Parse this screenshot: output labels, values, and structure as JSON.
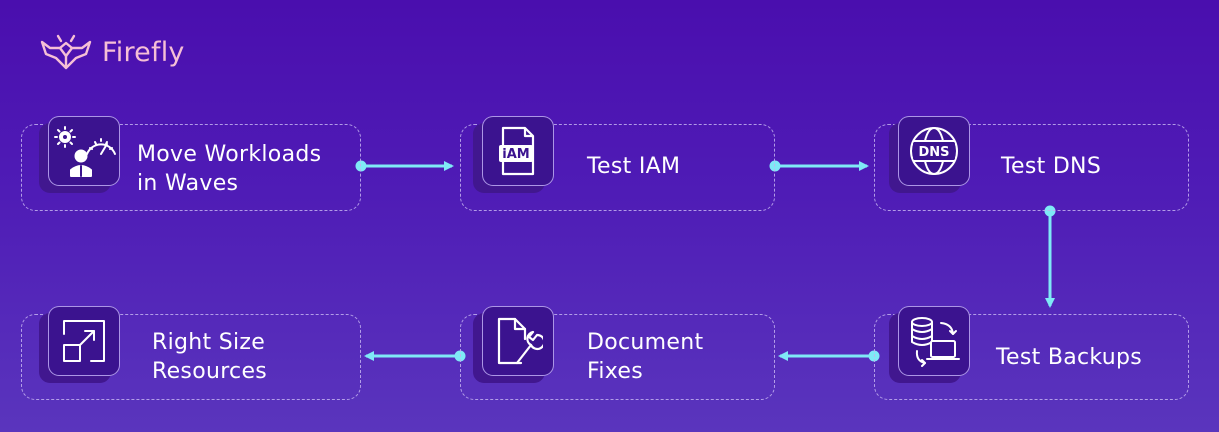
{
  "brand": {
    "name": "Firefly",
    "icon": "firefly-logo-icon"
  },
  "steps": [
    {
      "label": "Move Workloads\nin Waves",
      "icon": "workloads-gauge-icon"
    },
    {
      "label": "Test IAM",
      "icon": "iam-file-icon"
    },
    {
      "label": "Test DNS",
      "icon": "dns-globe-icon"
    },
    {
      "label": "Test Backups",
      "icon": "backup-database-icon"
    },
    {
      "label": "Document\nFixes",
      "icon": "document-wrench-icon"
    },
    {
      "label": "Right Size\nResources",
      "icon": "resize-icon"
    }
  ],
  "icon_text": {
    "iam": "iAM",
    "dns": "DNS"
  },
  "colors": {
    "background_top": "#4a0eae",
    "background_bottom": "#5a35bd",
    "connector": "#7fe9f6",
    "brand_text": "#f6bfd6",
    "tile_fill": "#3b138f"
  }
}
